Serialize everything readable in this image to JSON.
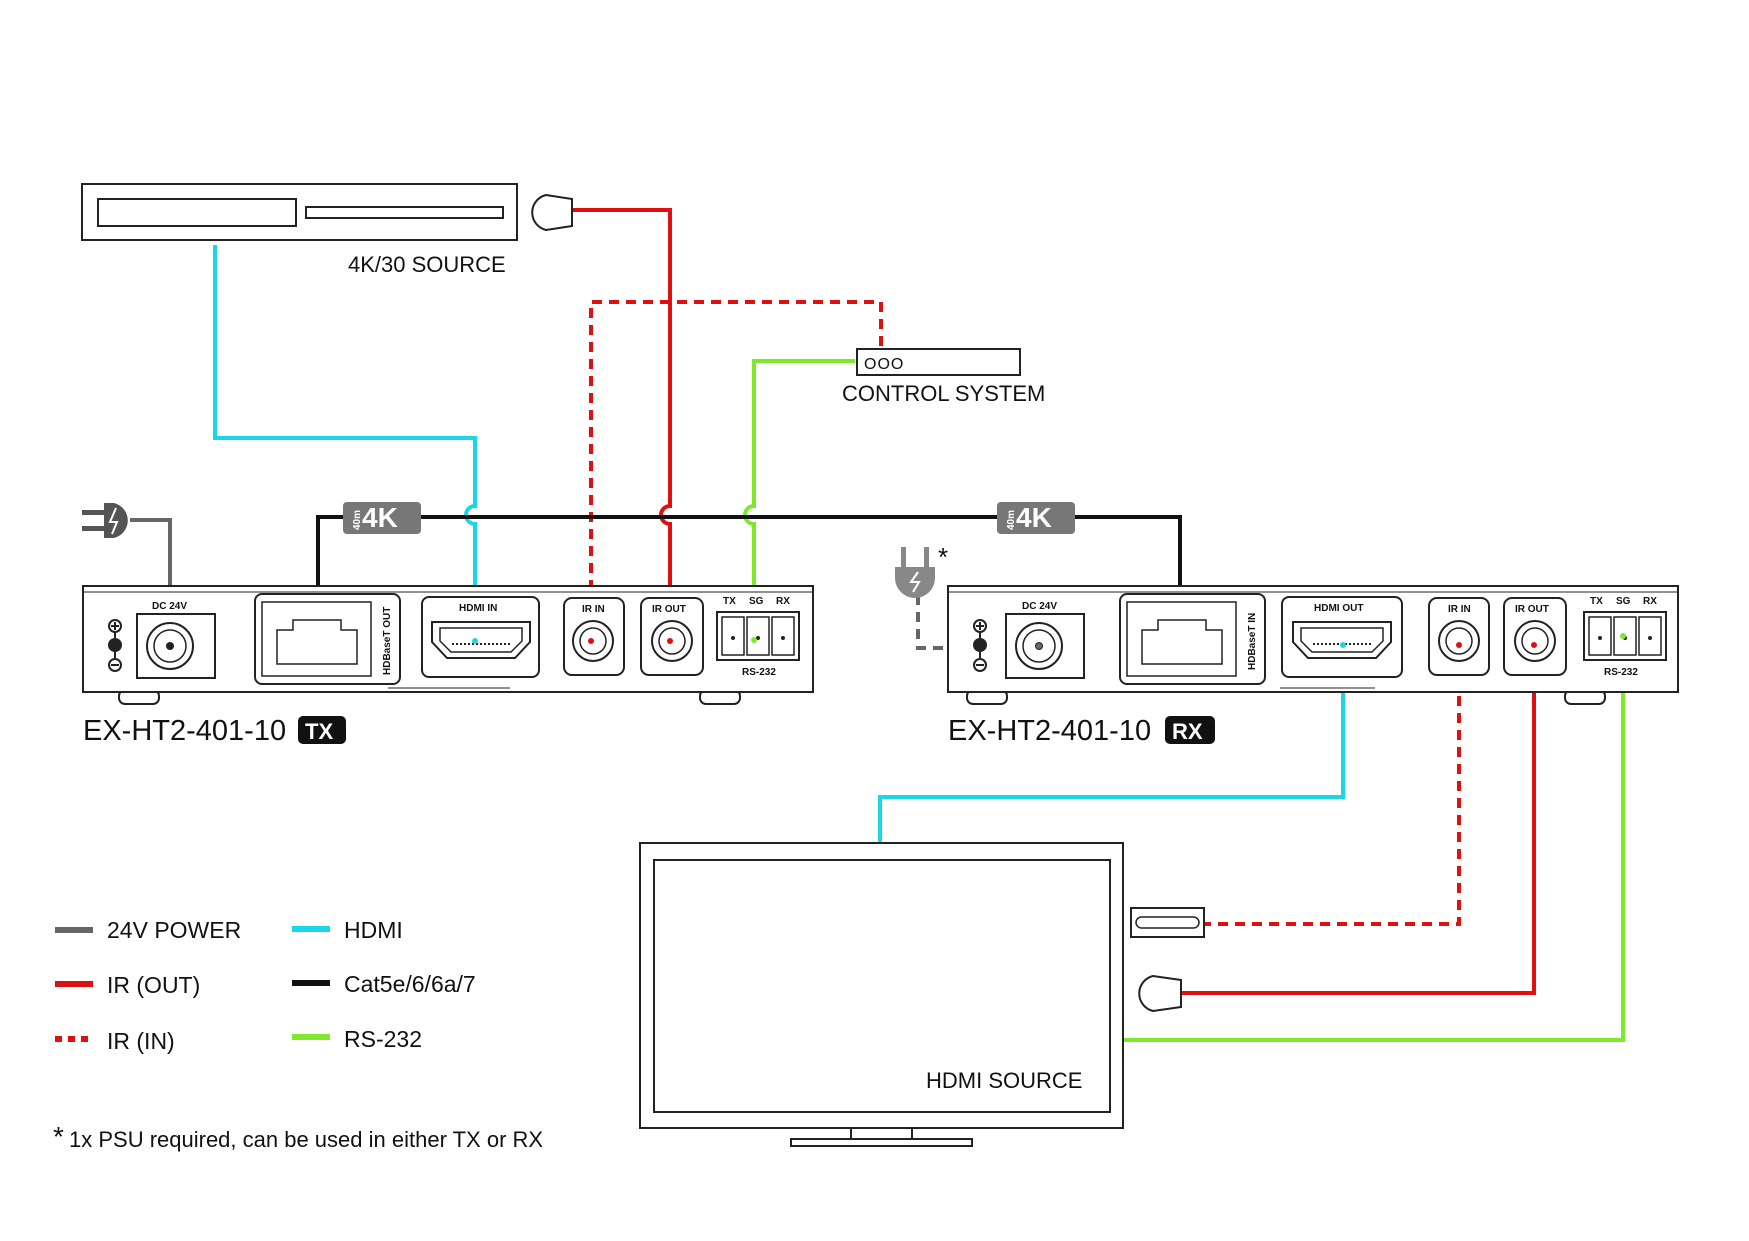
{
  "colors": {
    "power": "#666666",
    "hdmi": "#1ad6e8",
    "cat": "#111111",
    "ir_out": "#e01010",
    "ir_in": "#e01010",
    "rs232": "#7ee82a",
    "badge_bg": "#777777"
  },
  "source": {
    "label": "4K/30 SOURCE"
  },
  "control": {
    "label": "CONTROL SYSTEM",
    "dots": "OOO"
  },
  "tx": {
    "model": "EX-HT2-401-10",
    "badge": "TX",
    "dc": "DC 24V",
    "hdbaset": "HDBaseT OUT",
    "hdmi": "HDMI IN",
    "ir_in": "IR IN",
    "ir_out": "IR OUT",
    "rs_tx": "TX",
    "rs_sg": "SG",
    "rs_rx": "RX",
    "rs_label": "RS-232"
  },
  "rx": {
    "model": "EX-HT2-401-10",
    "badge": "RX",
    "dc": "DC 24V",
    "hdbaset": "HDBaseT IN",
    "hdmi": "HDMI OUT",
    "ir_in": "IR IN",
    "ir_out": "IR OUT",
    "rs_tx": "TX",
    "rs_sg": "SG",
    "rs_rx": "RX",
    "rs_label": "RS-232"
  },
  "badges": [
    {
      "distance": "40m",
      "text": "4K"
    },
    {
      "distance": "40m",
      "text": "4K"
    }
  ],
  "display": {
    "label": "HDMI SOURCE"
  },
  "psu_asterisk": "*",
  "legend": [
    {
      "label": "24V POWER",
      "key": "power",
      "dashed": false
    },
    {
      "label": "IR (OUT)",
      "key": "ir_out",
      "dashed": false
    },
    {
      "label": "IR (IN)",
      "key": "ir_in",
      "dashed": true
    },
    {
      "label": "HDMI",
      "key": "hdmi",
      "dashed": false
    },
    {
      "label": "Cat5e/6/6a/7",
      "key": "cat",
      "dashed": false
    },
    {
      "label": "RS-232",
      "key": "rs232",
      "dashed": false
    }
  ],
  "footnote": {
    "star": "*",
    "text": "1x PSU required, can be used in either TX or RX"
  }
}
